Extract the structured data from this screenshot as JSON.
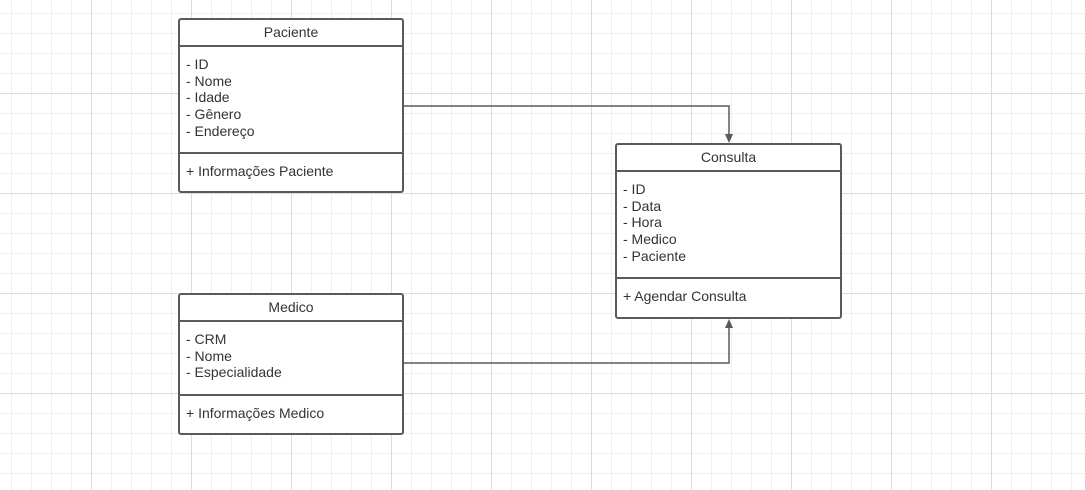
{
  "classes": {
    "paciente": {
      "name": "Paciente",
      "attributes": [
        "- ID",
        "- Nome",
        "- Idade",
        "- Gênero",
        "- Endereço"
      ],
      "methods": [
        "+ Informações Paciente"
      ]
    },
    "consulta": {
      "name": "Consulta",
      "attributes": [
        "- ID",
        "- Data",
        "- Hora",
        "- Medico",
        "- Paciente"
      ],
      "methods": [
        "+ Agendar Consulta"
      ]
    },
    "medico": {
      "name": "Medico",
      "attributes": [
        "- CRM",
        "- Nome",
        "- Especialidade"
      ],
      "methods": [
        "+ Informações Medico"
      ]
    }
  },
  "connectors": [
    {
      "from": "Paciente",
      "to": "Consulta",
      "arrow": "filled-triangle"
    },
    {
      "from": "Medico",
      "to": "Consulta",
      "arrow": "filled-triangle"
    }
  ],
  "colors": {
    "border": "#5a5a5a",
    "text": "#333333",
    "grid_major": "#dcdcdc",
    "grid_minor": "#efefef",
    "background": "#ffffff"
  }
}
